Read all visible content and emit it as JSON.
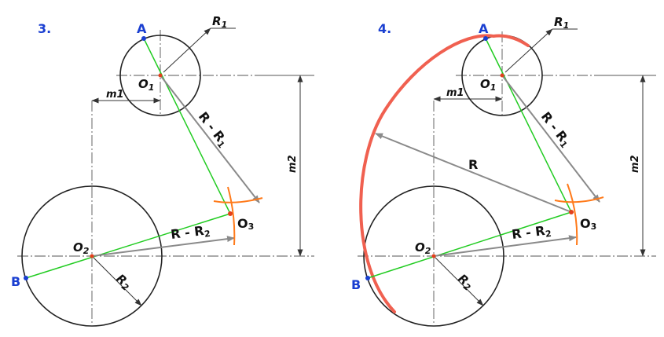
{
  "colors": {
    "line": "#333333",
    "thin": "#555555",
    "green": "#22cc22",
    "gray_arrow": "#8a8a8a",
    "orange": "#ff7a1a",
    "red_arc": "#f06050",
    "blue": "#1a3fd1",
    "center_dot": "#e2401c"
  },
  "panels": [
    {
      "step": "3.",
      "point_a": "A",
      "point_b": "B",
      "r1_main": "R",
      "r1_sub": "1",
      "o1_main": "O",
      "o1_sub": "1",
      "o2_main": "O",
      "o2_sub": "2",
      "o3_main": "O",
      "o3_sub": "3",
      "r2_main": "R",
      "r2_sub": "2",
      "m1": "m1",
      "m2": "m2",
      "rr1_main": "R - R",
      "rr1_sub": "1",
      "rr2_main": "R - R",
      "rr2_sub": "2"
    },
    {
      "step": "4.",
      "point_a": "A",
      "point_b": "B",
      "r1_main": "R",
      "r1_sub": "1",
      "o1_main": "O",
      "o1_sub": "1",
      "o2_main": "O",
      "o2_sub": "2",
      "o3_main": "O",
      "o3_sub": "3",
      "r2_main": "R",
      "r2_sub": "2",
      "m1": "m1",
      "m2": "m2",
      "rr1_main": "R - R",
      "rr1_sub": "1",
      "rr2_main": "R - R",
      "rr2_sub": "2",
      "r_big": "R"
    }
  ]
}
